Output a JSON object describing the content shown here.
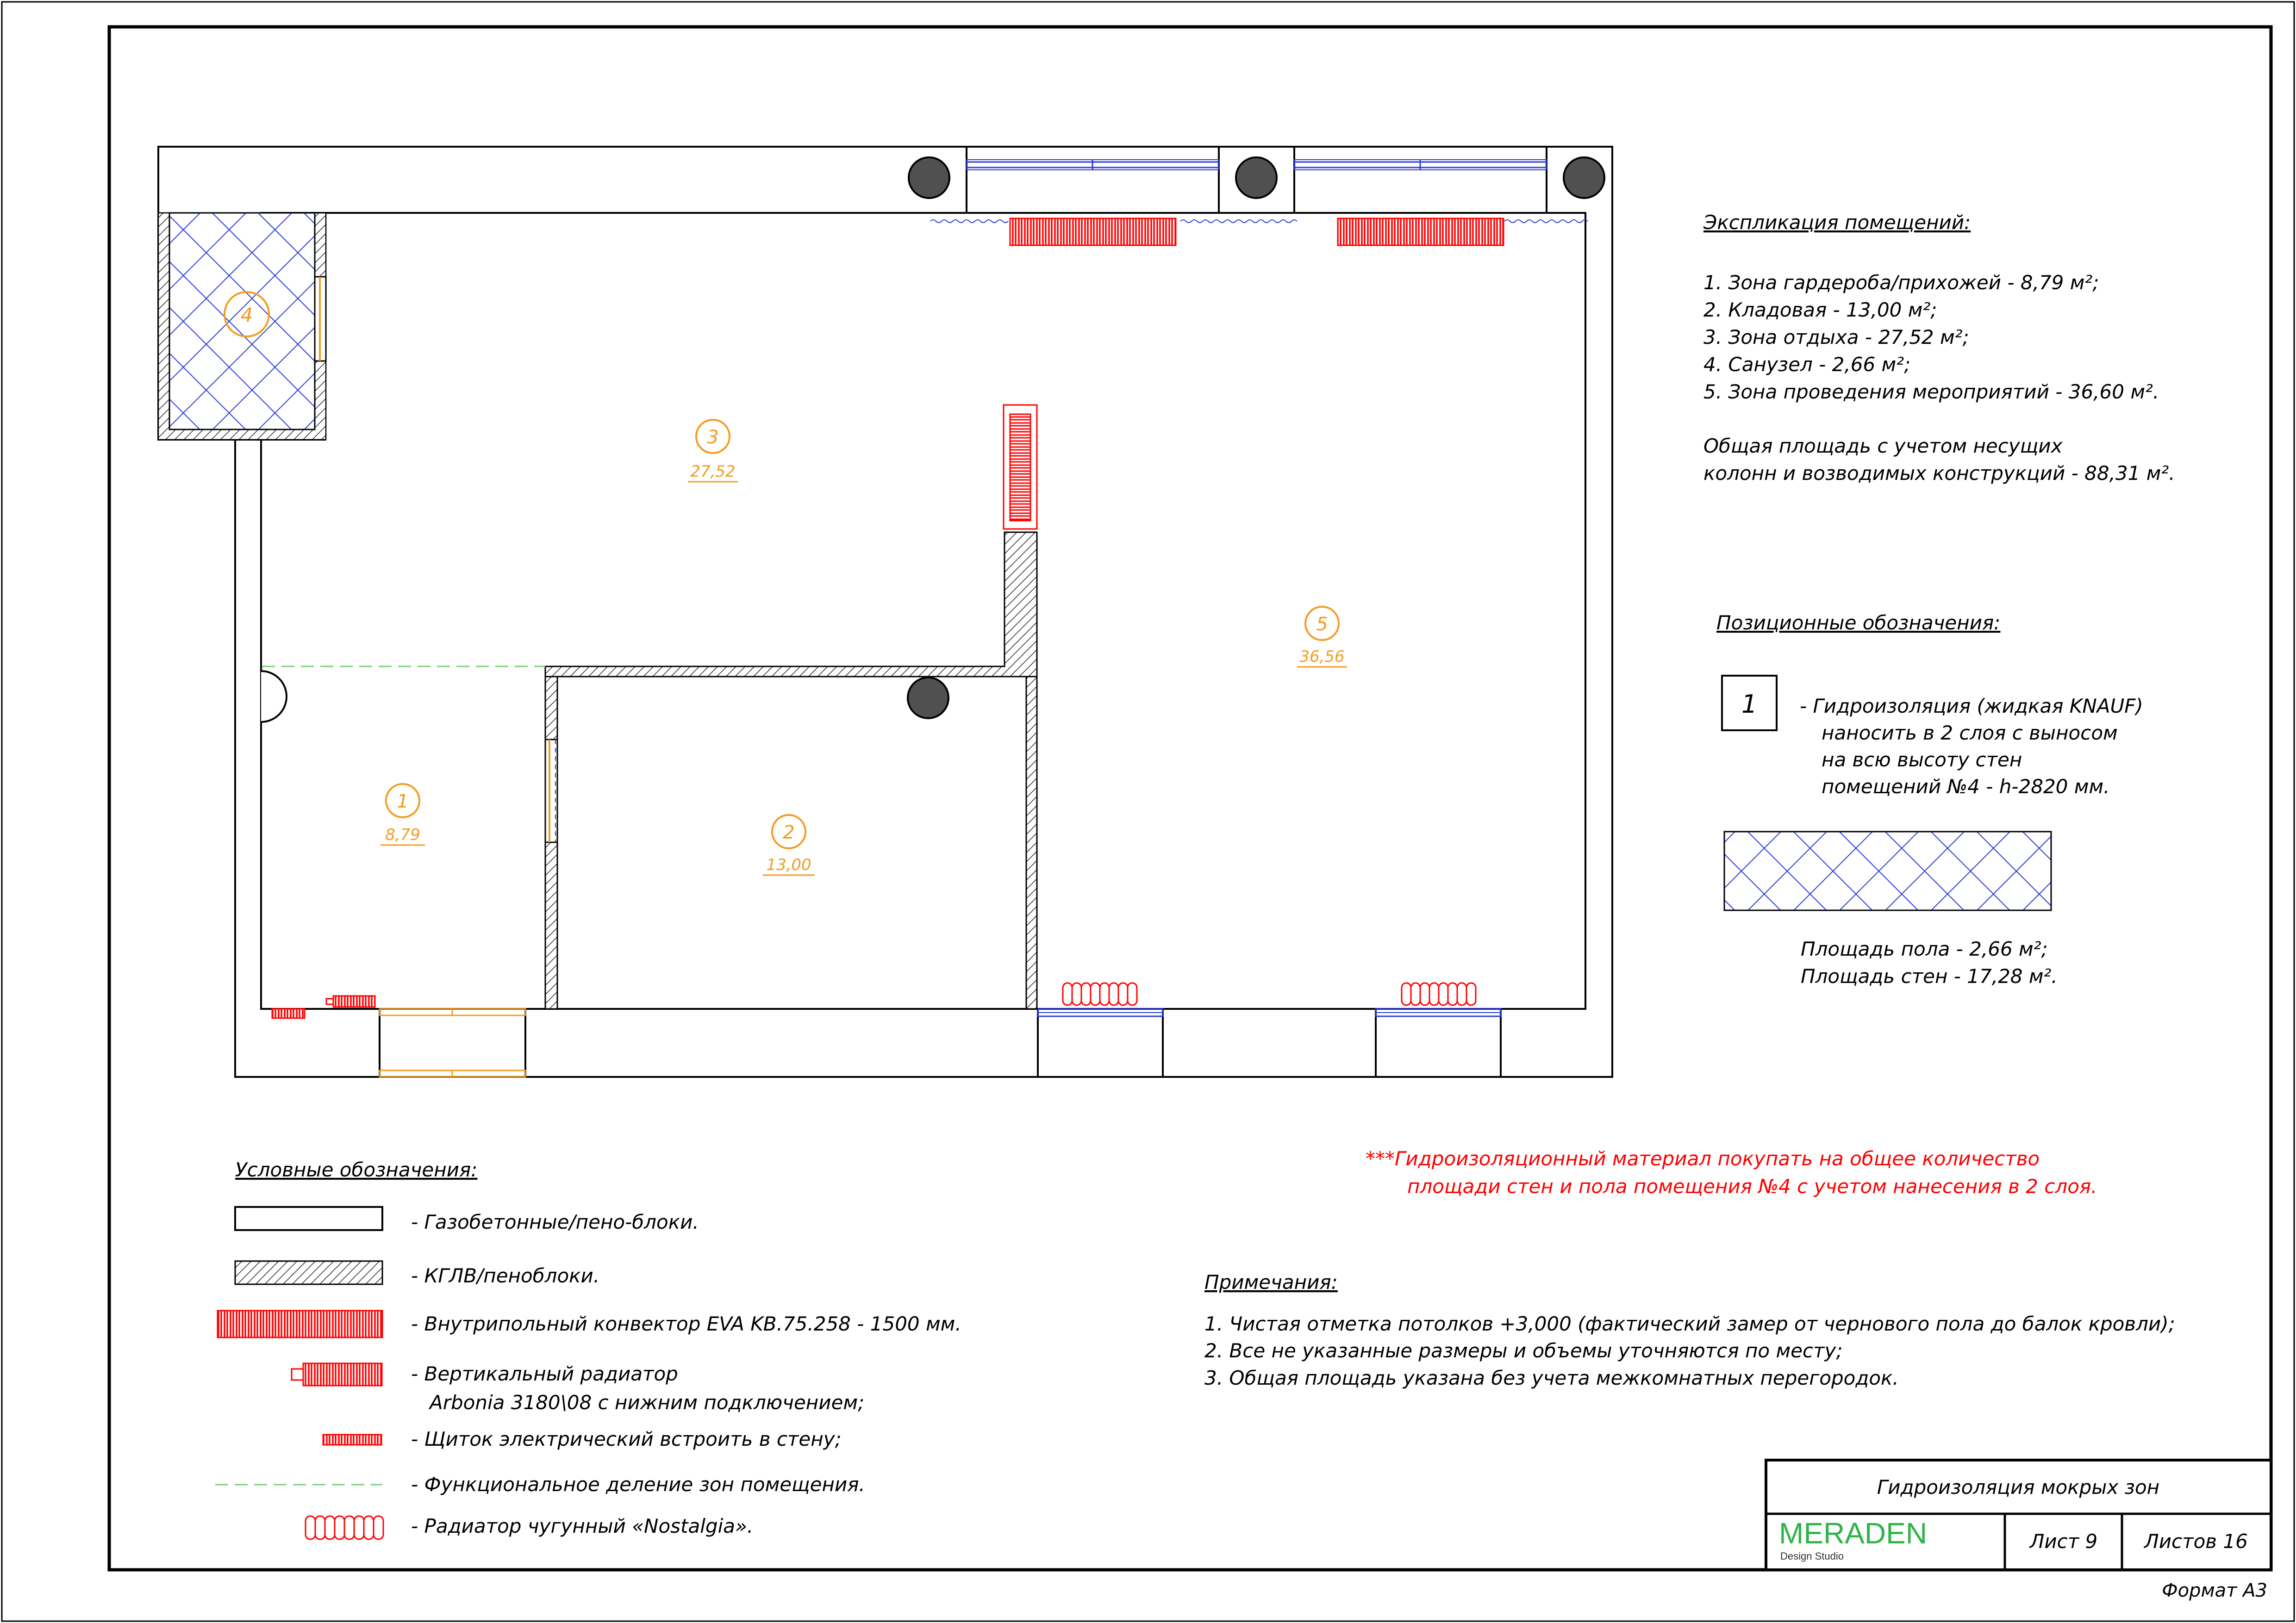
{
  "colors": {
    "accent_orange": "#f39c1e",
    "warning_red": "#ff0000",
    "window_blue": "#2a3bd6",
    "brand_green": "#2fb34a",
    "zone_green": "#7ad07a"
  },
  "rooms": [
    {
      "num": "1",
      "area": "8,79"
    },
    {
      "num": "2",
      "area": "13,00"
    },
    {
      "num": "3",
      "area": "27,52"
    },
    {
      "num": "4",
      "area": ""
    },
    {
      "num": "5",
      "area": "36,56"
    }
  ],
  "explication": {
    "title": "Экспликация помещений:",
    "items": [
      "1. Зона гардероба/прихожей - 8,79 м²;",
      "2. Кладовая - 13,00 м²;",
      "3. Зона отдыха - 27,52 м²;",
      "4. Санузел - 2,66 м²;",
      "5. Зона проведения мероприятий - 36,60 м²."
    ],
    "total_line1": "Общая площадь с учетом несущих",
    "total_line2": "колонн и возводимых конструкций  - 88,31 м²."
  },
  "positional": {
    "title": "Позиционные обозначения:",
    "box_num": "1",
    "lines": [
      "- Гидроизоляция (жидкая KNAUF)",
      "наносить в 2 слоя с выносом",
      "на всю высоту стен",
      "помещений №4 - h-2820 мм."
    ],
    "floor_area": "Площадь пола - 2,66 м²;",
    "wall_area": "Площадь стен - 17,28 м²."
  },
  "warning": {
    "line1": "***Гидроизоляционный материал покупать на общее количество",
    "line2": "площади стен и пола помещения №4 с учетом нанесения в 2 слоя."
  },
  "legend": {
    "title": "Условные обозначения:",
    "items": [
      "- Газобетонные/пено-блоки.",
      "- КГЛВ/пеноблоки.",
      "- Внутрипольный конвектор EVA KB.75.258 - 1500 мм.",
      "- Вертикальный радиатор",
      "Arbonia 3180\\08 с нижним подключением;",
      "- Щиток электрический встроить в стену;",
      "- Функциональное деление зон помещения.",
      "- Радиатор чугунный «Nostalgia»."
    ]
  },
  "notes": {
    "title": "Примечания:",
    "items": [
      "1. Чистая отметка потолков +3,000 (фактический замер от чернового пола до балок кровли);",
      "2. Все не указанные размеры и объемы уточняются по месту;",
      "3. Общая площадь указана без учета межкомнатных перегородок."
    ]
  },
  "title_block": {
    "title": "Гидроизоляция мокрых зон",
    "brand": "MERADEN",
    "brand_sub": "Design Studio",
    "sheet": "Лист 9",
    "sheets": "Листов 16",
    "format": "Формат А3"
  }
}
